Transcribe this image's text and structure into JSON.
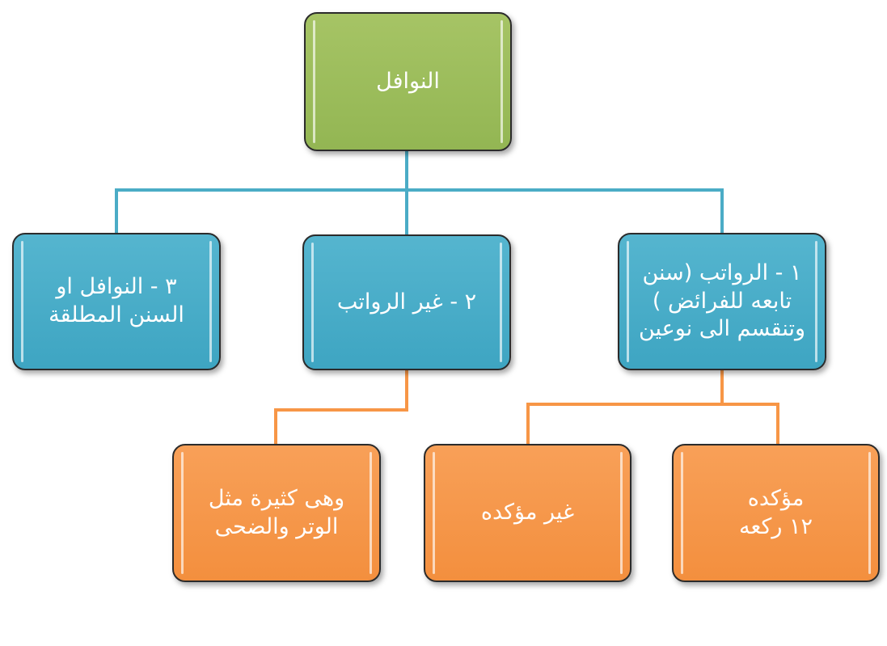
{
  "diagram": {
    "root": {
      "text": "النوافل",
      "color": "#9bbb59"
    },
    "level1": [
      {
        "lines": [
          "١ - الرواتب (سنن",
          "تابعه للفرائض )",
          "وتنقسم الى نوعين"
        ],
        "color": "#4bacc6"
      },
      {
        "lines": [
          "٢ - غير الرواتب"
        ],
        "color": "#4bacc6"
      },
      {
        "lines": [
          "٣ - النوافل او",
          "السنن المطلقة"
        ],
        "color": "#4bacc6"
      }
    ],
    "level2": [
      {
        "lines": [
          "مؤكده",
          "١٢ ركعه"
        ],
        "color": "#f79646"
      },
      {
        "lines": [
          "غير مؤكده"
        ],
        "color": "#f79646"
      },
      {
        "lines": [
          "وهى كثيرة مثل",
          "الوتر والضحى"
        ],
        "color": "#f79646"
      }
    ],
    "connector_colors": {
      "blue": "#4bacc6",
      "orange": "#f79646"
    }
  }
}
